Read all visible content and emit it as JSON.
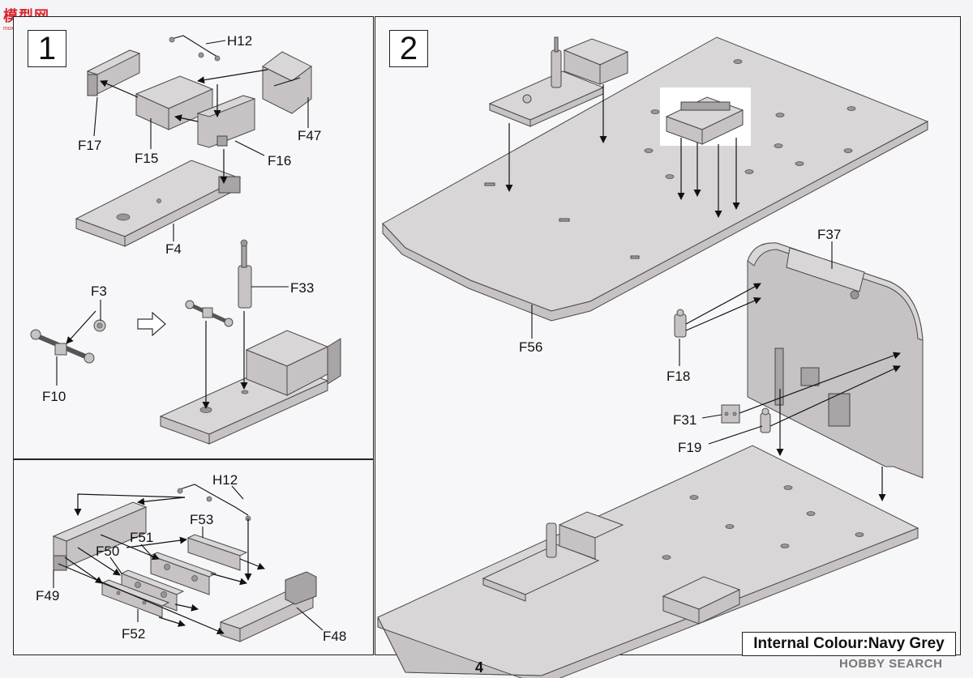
{
  "page": {
    "number": "4",
    "internal_colour_note": "Internal Colour:Navy Grey"
  },
  "watermarks": {
    "left_site": "模型网",
    "left_site_sub": "moxing.com",
    "right": "HOBBY SEARCH"
  },
  "step1": {
    "number": "1",
    "labels": {
      "h12": "H12",
      "f17": "F17",
      "f15": "F15",
      "f16": "F16",
      "f47": "F47",
      "f4": "F4",
      "f3": "F3",
      "f33": "F33",
      "f10": "F10"
    }
  },
  "step1b": {
    "labels": {
      "h12": "H12",
      "f53": "F53",
      "f51": "F51",
      "f50": "F50",
      "f49": "F49",
      "f52": "F52",
      "f48": "F48"
    }
  },
  "step2": {
    "number": "2",
    "labels": {
      "f56": "F56",
      "f37": "F37",
      "f18": "F18",
      "f31": "F31",
      "f19": "F19"
    }
  },
  "colors": {
    "part_fill": "#c7c3c4",
    "line": "#111111",
    "watermark_red": "#d8262e"
  }
}
